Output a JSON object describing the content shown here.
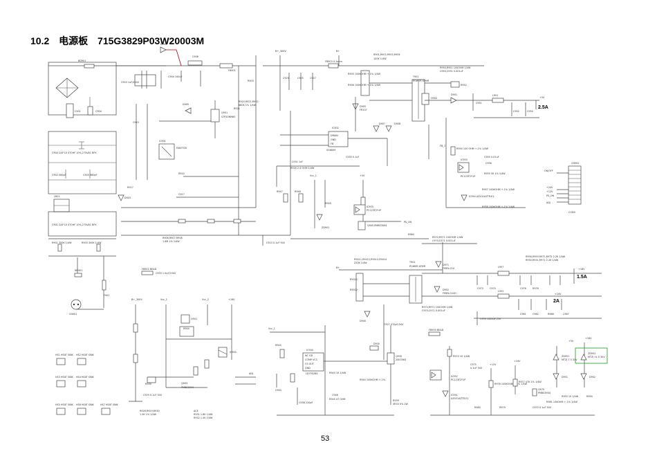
{
  "page": {
    "section_number": "10.2",
    "section_title": "电源板",
    "board_code": "715G3829P03W20003M",
    "page_number": "53"
  },
  "outputs": {
    "top_current": "2.5A",
    "middle_current": "1.5A",
    "lower_current": "2A"
  },
  "net_labels": {
    "b_300v": "B+_300V",
    "b_plus": "B+",
    "on_off": "ON/OFF",
    "vcc_1": "Vcc_1",
    "vcc_2": "Vcc_2",
    "ps_on": "PS_ON",
    "adj": "ADJ",
    "plus5v": "+5V",
    "plus12v": "+12V",
    "plus16v": "+16V",
    "plus24v": "+24V"
  },
  "parts": {
    "cn901": "CN901",
    "bd901": "BD901",
    "f901": "F901",
    "ic901": "IC901",
    "ic902": "IC902",
    "q901": "Q901",
    "q902": "Q902",
    "t901": "T901",
    "t902": "T902",
    "zd901": "ZD901",
    "cn902": "CN902",
    "hs1": "HS901\nHEAT SINK",
    "ic951": "IC951",
    "ic952": "IC952",
    "ic953": "IC953",
    "ic954": "IC954",
    "q951": "Q951",
    "q952": "Q952",
    "q953": "Q953",
    "d951": "D951",
    "d952": "D952",
    "l951": "L951",
    "l952": "L952",
    "fb901": "FB901",
    "nr901": "NR901",
    "zd951": "ZD951",
    "zd952": "ZD952",
    "c951": "C951",
    "c952": "C952",
    "r951": "R951",
    "r952": "R952"
  },
  "notes": {
    "n1": "R901,R902,R903,R904",
    "n2": "100K 1/4W",
    "n3": "R970,R971 100OHM 1/4W",
    "n4": "C970,C971 0.001uF"
  }
}
